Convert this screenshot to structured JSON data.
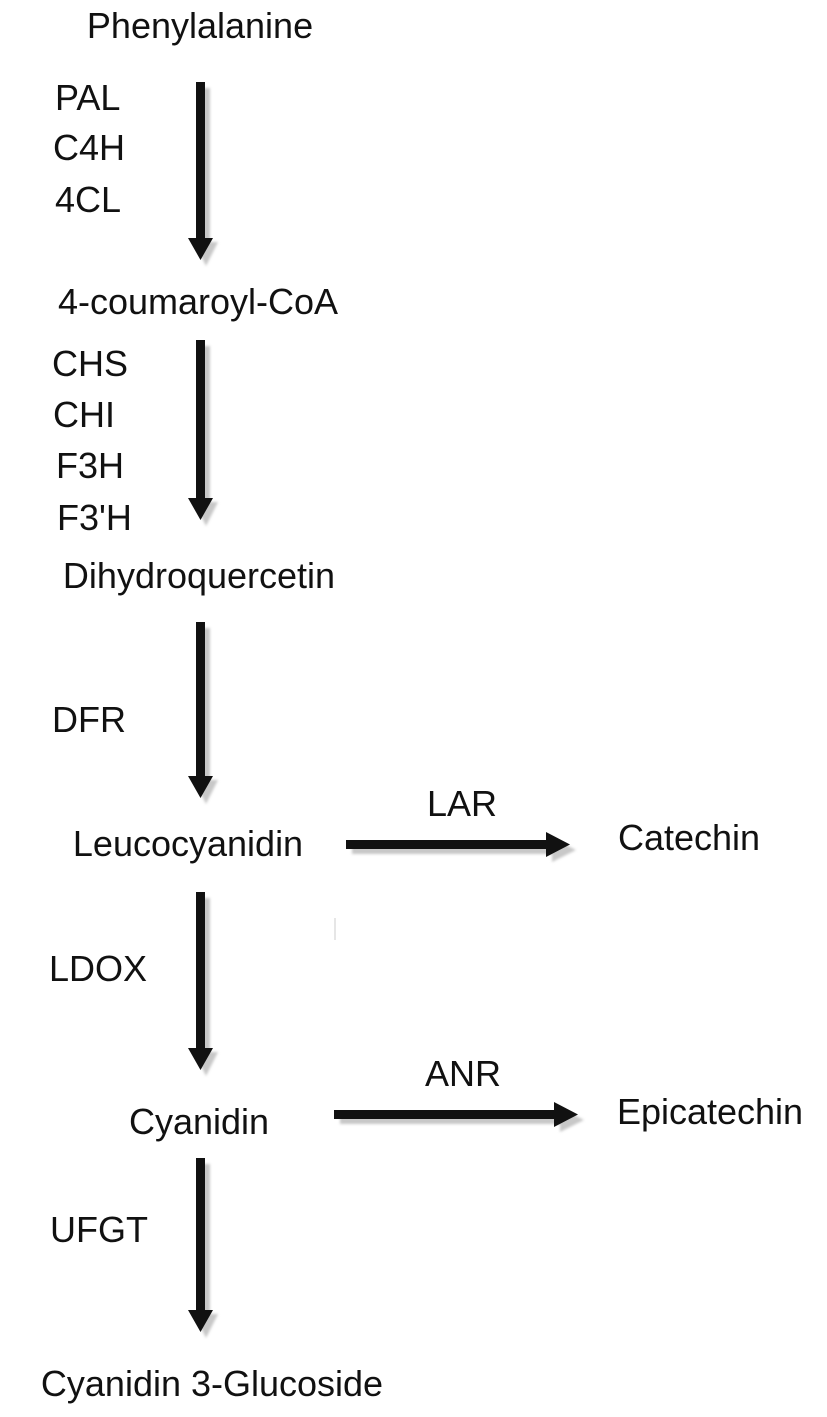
{
  "compounds": {
    "phenylalanine": "Phenylalanine",
    "coumaroyl_coa": "4-coumaroyl-CoA",
    "dihydroquercetin": "Dihydroquercetin",
    "leucocyanidin": "Leucocyanidin",
    "catechin": "Catechin",
    "cyanidin": "Cyanidin",
    "epicatechin": "Epicatechin",
    "cyanidin_3_glucoside": "Cyanidin 3-Glucoside"
  },
  "enzymes": {
    "step1": [
      "PAL",
      "C4H",
      "4CL"
    ],
    "step2": [
      "CHS",
      "CHI",
      "F3H",
      "F3'H"
    ],
    "step3": [
      "DFR"
    ],
    "step4": [
      "LDOX"
    ],
    "step5": [
      "UFGT"
    ],
    "branch_lar": "LAR",
    "branch_anr": "ANR"
  },
  "colors": {
    "arrow": "#111111",
    "arrow_shadow": "#c8c8c8",
    "text": "#111111"
  }
}
